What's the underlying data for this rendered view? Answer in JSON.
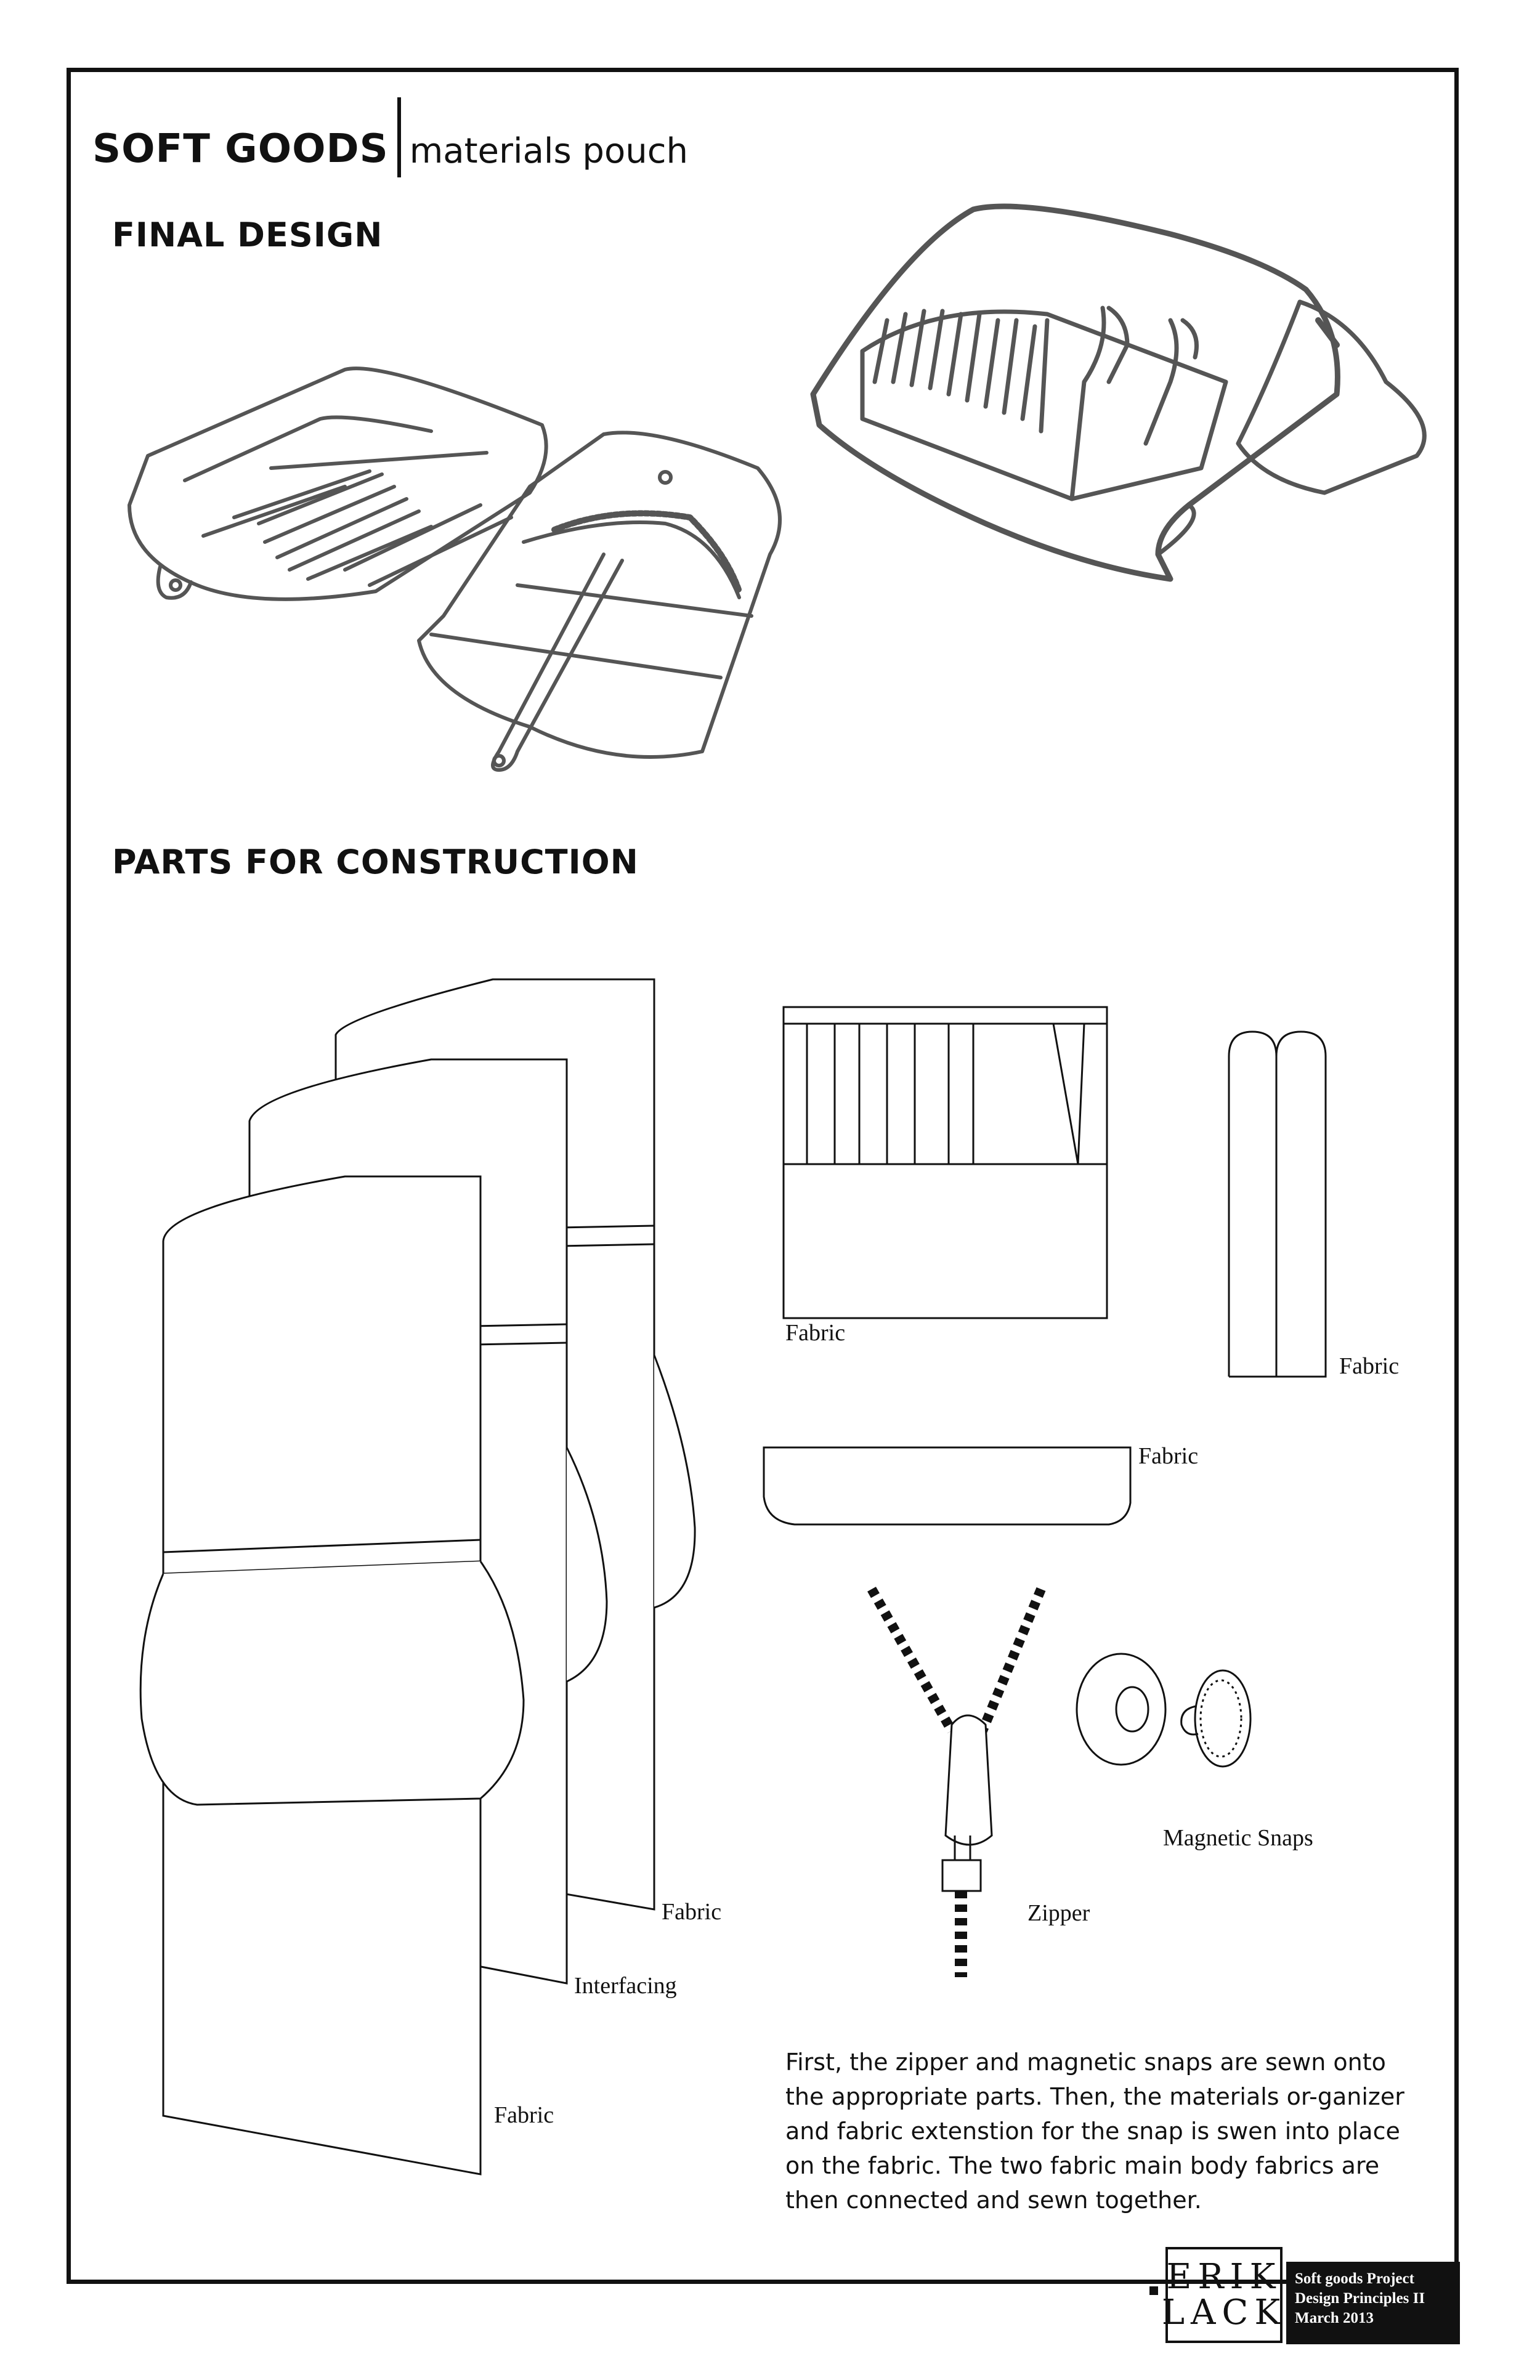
{
  "header": {
    "title": "SOFT GOODS",
    "subtitle": "materials pouch"
  },
  "sections": {
    "final_design": "FINAL DESIGN",
    "parts": "PARTS FOR CONSTRUCTION"
  },
  "labels": {
    "organizer_fabric": "Fabric",
    "strap_fabric": "Fabric",
    "flap_fabric": "Fabric",
    "body_fabric_back": "Fabric",
    "interfacing": "Interfacing",
    "body_fabric_front": "Fabric",
    "zipper": "Zipper",
    "magnetic_snaps": "Magnetic Snaps"
  },
  "description": "First, the zipper and magnetic snaps are sewn onto the appropriate parts. Then, the materials or-ganizer and fabric extenstion for the snap is swen into place on the fabric. The two fabric main body fabrics are then connected and sewn together.",
  "brand": {
    "line1": "ERIK",
    "line2": "LACK"
  },
  "credit": {
    "line1": "Soft goods Project",
    "line2": "Design Principles II",
    "line3": "March 2013"
  },
  "colors": {
    "ink": "#111111",
    "sketch": "#555555",
    "paper": "#ffffff"
  }
}
